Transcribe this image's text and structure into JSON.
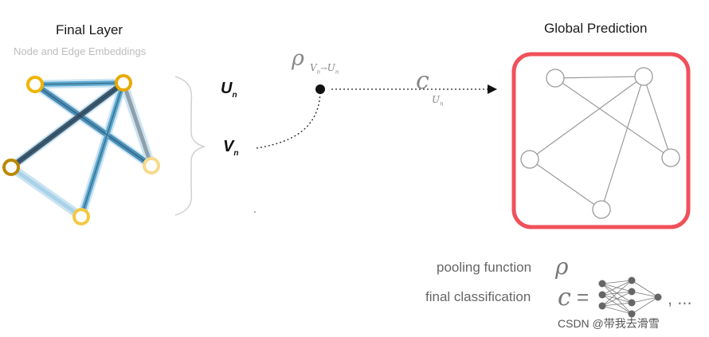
{
  "left_panel": {
    "title": "Final Layer",
    "subtitle": "Node and Edge Embeddings"
  },
  "labels": {
    "u_main": "U",
    "u_sub": "n",
    "v_main": "V",
    "v_sub": "n",
    "rho": "ρ",
    "rho_sub_v": "V",
    "rho_sub_vn": "n",
    "rho_arrow": "→",
    "rho_sub_u": "U",
    "rho_sub_un": "n",
    "c": "c",
    "c_sub_u": "U",
    "c_sub_un": "n"
  },
  "right_panel": {
    "title": "Global Prediction"
  },
  "legend": {
    "pooling_label": "pooling function",
    "pooling_symbol": "ρ",
    "classification_label": "final classification",
    "classification_symbol": "c",
    "equals": "=",
    "suffix": ", ..."
  },
  "watermark": "CSDN @带我去滑雪",
  "colors": {
    "node_stroke": "#f0b400",
    "edge_blue": "#5aa7cf",
    "edge_dark": "#2f4f66",
    "frame_red": "#f0515a",
    "graph_gray": "#9a9a9a"
  }
}
